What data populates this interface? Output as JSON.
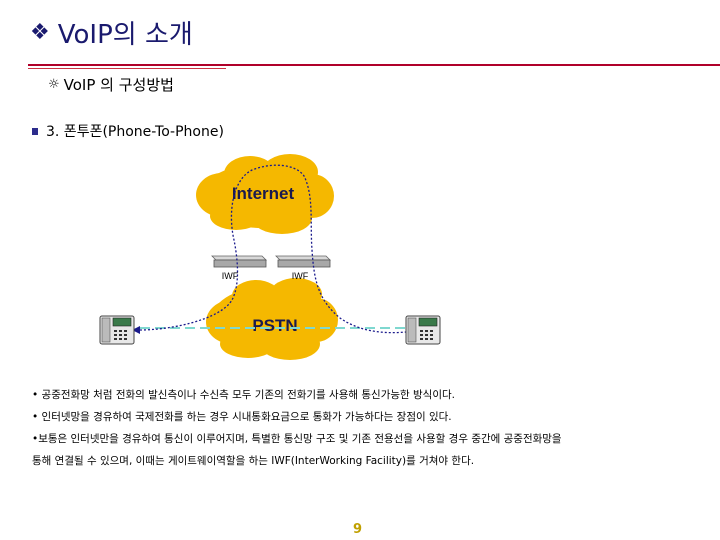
{
  "slide": {
    "title": "VoIP의 소개",
    "title_bullet": "❖",
    "subtitle_symbol": "☼",
    "subtitle": "VoIP 의 구성방법",
    "item": "3. 폰투폰(Phone-To-Phone)",
    "diagram": {
      "internet_label": "Internet",
      "pstn_label": "PSTN",
      "iwf_left": "IWF",
      "iwf_right": "IWF",
      "cloud_color": "#f5b800",
      "line_color": "#1a1a8c",
      "dash_color": "#7fd8d0"
    },
    "body": [
      "• 공중전화망 처럼 전화의 발신측이나 수신측 모두 기존의 전화기를 사용해 통신가능한 방식이다.",
      "• 인터넷망을 경유하여 국제전화를 하는 경우 시내통화요금으로 통화가 가능하다는  장점이 있다.",
      "•보통은 인터넷만을 경유하여 통신이 이루어지며, 특별한 통신망 구조 및 기존 전용선을 사용할 경우 중간에 공중전화망을",
      "  통해 연결될 수 있으며, 이때는 게이트웨이역할을 하는 IWF(InterWorking Facility)를 거쳐야 한다."
    ],
    "page_number": "9"
  }
}
